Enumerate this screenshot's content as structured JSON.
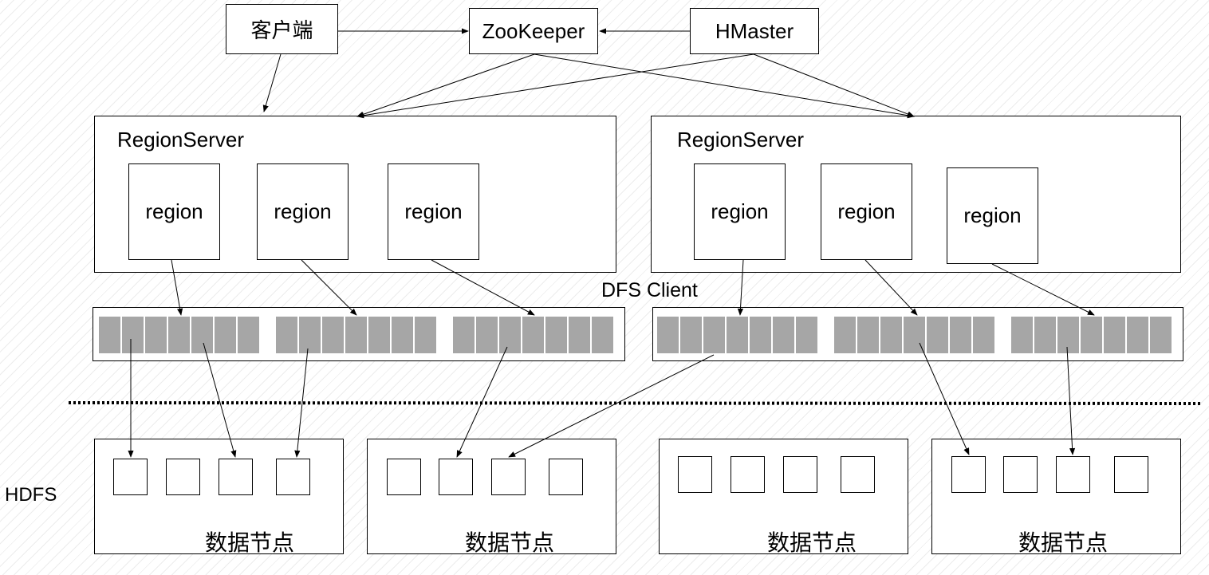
{
  "top": {
    "client": "客户端",
    "zookeeper": "ZooKeeper",
    "hmaster": "HMaster"
  },
  "regionservers": [
    {
      "title": "RegionServer",
      "regions": [
        "region",
        "region",
        "region"
      ]
    },
    {
      "title": "RegionServer",
      "regions": [
        "region",
        "region",
        "region"
      ]
    }
  ],
  "dfs_client_label": "DFS Client",
  "hdfs_label": "HDFS",
  "datanodes": [
    {
      "label": "数据节点"
    },
    {
      "label": "数据节点"
    },
    {
      "label": "数据节点"
    },
    {
      "label": "数据节点"
    }
  ]
}
